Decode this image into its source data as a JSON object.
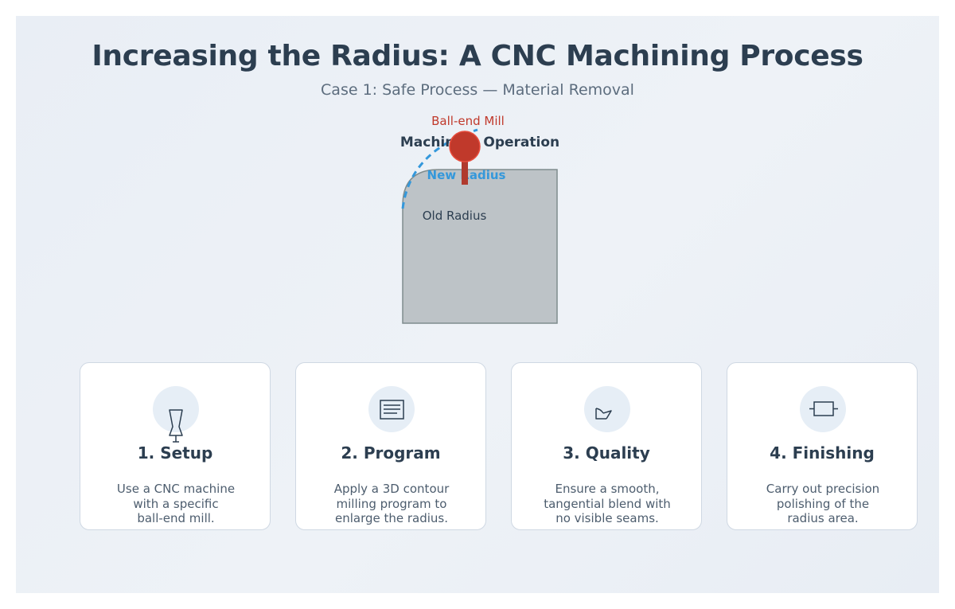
{
  "header": {
    "title": "Increasing the Radius: A CNC Machining Process",
    "subtitle": "Case 1: Safe Process — Material Removal"
  },
  "diagram": {
    "tool_label": "Ball-end Mill",
    "operation_label": "Machining Operation",
    "new_radius_label": "New Radius",
    "old_radius_label": "Old Radius",
    "colors": {
      "tool": "#c0392b",
      "new_radius": "#3498db",
      "workpiece_fill": "#bdc3c7",
      "workpiece_stroke": "#7f8c8d"
    }
  },
  "steps": [
    {
      "title": "1. Setup",
      "desc_lines": [
        "Use a CNC machine",
        "with a specific",
        "ball-end mill."
      ],
      "icon": "mill-tool-icon"
    },
    {
      "title": "2. Program",
      "desc_lines": [
        "Apply a 3D contour",
        "milling program to",
        "enlarge the radius."
      ],
      "icon": "program-document-icon"
    },
    {
      "title": "3. Quality",
      "desc_lines": [
        "Ensure a smooth,",
        "tangential blend with",
        "no visible seams."
      ],
      "icon": "quality-check-icon"
    },
    {
      "title": "4. Finishing",
      "desc_lines": [
        "Carry out precision",
        "polishing of the",
        "radius area."
      ],
      "icon": "polishing-pad-icon"
    }
  ]
}
